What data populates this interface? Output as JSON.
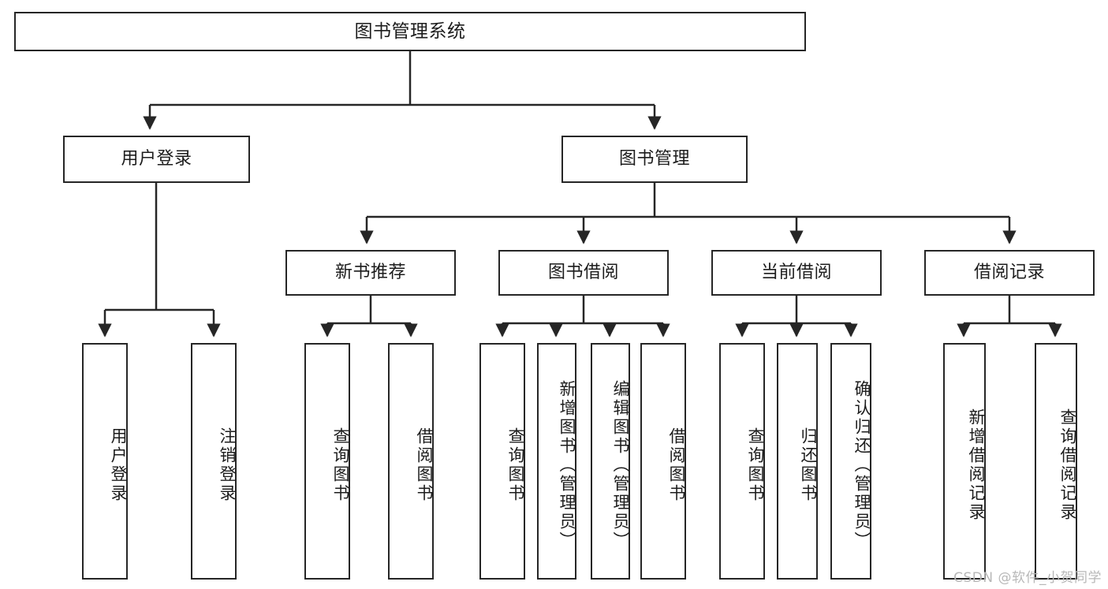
{
  "diagram": {
    "type": "tree-hierarchy",
    "title": "图书管理系统",
    "watermark": "CSDN @软件_小贺同学",
    "colors": {
      "stroke": "#262626",
      "fill": "#ffffff",
      "text": "#1c1c1c",
      "watermark": "#b8b8b8"
    },
    "levels": [
      {
        "level": 1,
        "nodes": [
          {
            "id": "root",
            "label": "图书管理系统",
            "orientation": "horizontal"
          }
        ]
      },
      {
        "level": 2,
        "nodes": [
          {
            "id": "user-login",
            "label": "用户登录",
            "orientation": "horizontal",
            "parent": "root"
          },
          {
            "id": "book-manage",
            "label": "图书管理",
            "orientation": "horizontal",
            "parent": "root"
          }
        ]
      },
      {
        "level": 3,
        "nodes": [
          {
            "id": "new-book-rec",
            "label": "新书推荐",
            "orientation": "horizontal",
            "parent": "book-manage"
          },
          {
            "id": "book-borrow",
            "label": "图书借阅",
            "orientation": "horizontal",
            "parent": "book-manage"
          },
          {
            "id": "current-borrow",
            "label": "当前借阅",
            "orientation": "horizontal",
            "parent": "book-manage"
          },
          {
            "id": "borrow-record",
            "label": "借阅记录",
            "orientation": "horizontal",
            "parent": "book-manage"
          }
        ]
      },
      {
        "level": 4,
        "nodes": [
          {
            "id": "leaf-user-login",
            "label": "用户登录",
            "orientation": "vertical",
            "parent": "user-login"
          },
          {
            "id": "leaf-logout",
            "label": "注销登录",
            "orientation": "vertical",
            "parent": "user-login"
          },
          {
            "id": "leaf-query-book-1",
            "label": "查询图书",
            "orientation": "vertical",
            "parent": "new-book-rec"
          },
          {
            "id": "leaf-borrow-book-1",
            "label": "借阅图书",
            "orientation": "vertical",
            "parent": "new-book-rec"
          },
          {
            "id": "leaf-query-book-2",
            "label": "查询图书",
            "orientation": "vertical",
            "parent": "book-borrow"
          },
          {
            "id": "leaf-add-book",
            "label": "新增图书（管理员）",
            "orientation": "vertical",
            "parent": "book-borrow"
          },
          {
            "id": "leaf-edit-book",
            "label": "编辑图书（管理员）",
            "orientation": "vertical",
            "parent": "book-borrow"
          },
          {
            "id": "leaf-borrow-book-2",
            "label": "借阅图书",
            "orientation": "vertical",
            "parent": "book-borrow"
          },
          {
            "id": "leaf-query-book-3",
            "label": "查询图书",
            "orientation": "vertical",
            "parent": "current-borrow"
          },
          {
            "id": "leaf-return-book",
            "label": "归还图书",
            "orientation": "vertical",
            "parent": "current-borrow"
          },
          {
            "id": "leaf-confirm-return",
            "label": "确认归还（管理员）",
            "orientation": "vertical",
            "parent": "current-borrow"
          },
          {
            "id": "leaf-add-record",
            "label": "新增借阅记录",
            "orientation": "vertical",
            "parent": "borrow-record"
          },
          {
            "id": "leaf-query-record",
            "label": "查询借阅记录",
            "orientation": "vertical",
            "parent": "borrow-record"
          }
        ]
      }
    ]
  }
}
